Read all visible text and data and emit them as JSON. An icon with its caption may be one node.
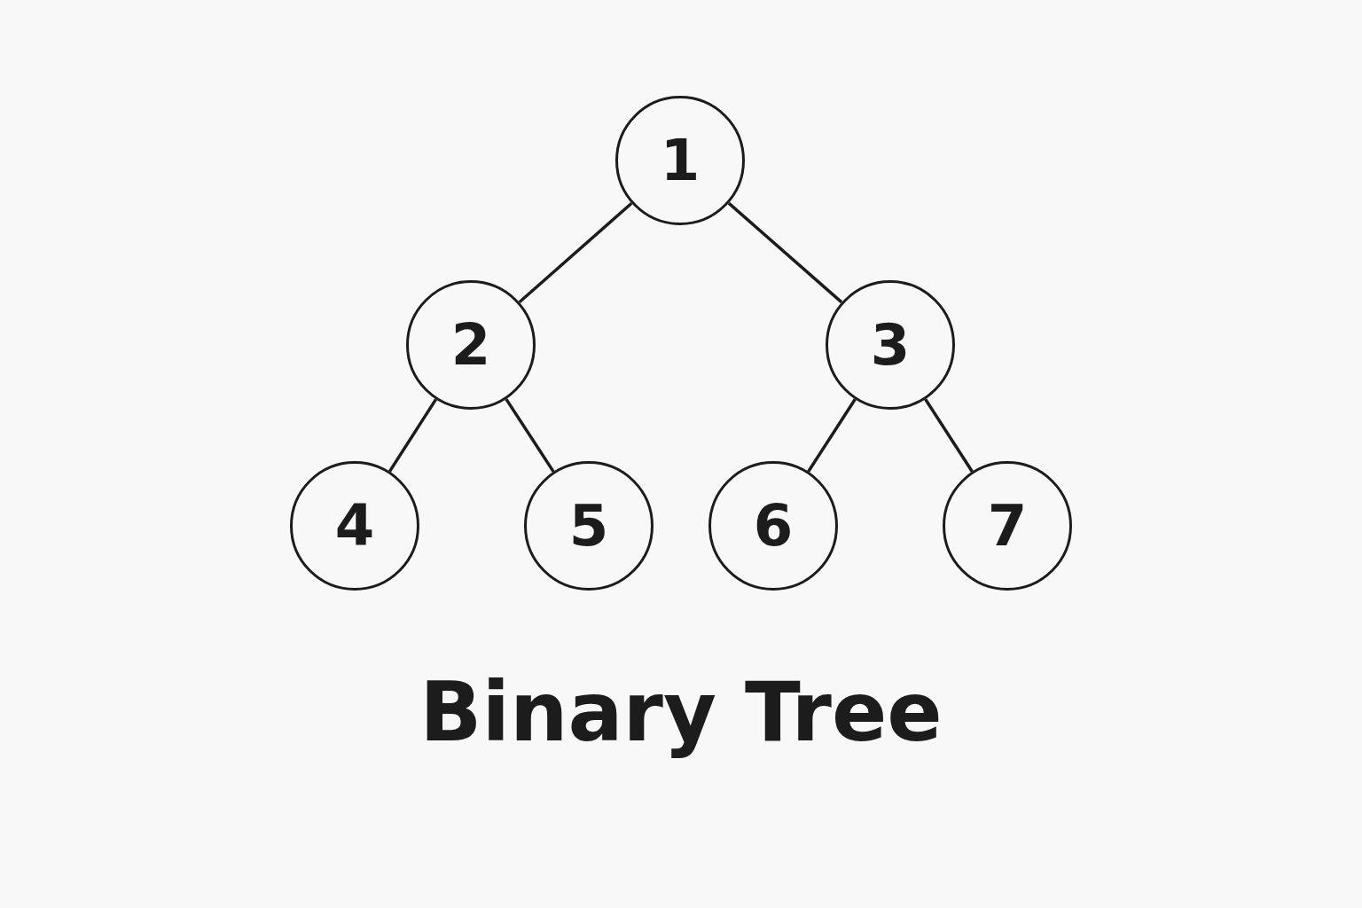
{
  "diagram": {
    "title": "Binary Tree",
    "nodes": [
      {
        "text": [
          "1"
        ]
      },
      {
        "text": [
          "2"
        ]
      },
      {
        "text": [
          "3"
        ]
      },
      {
        "text": [
          "4"
        ]
      },
      {
        "text": [
          "5"
        ]
      },
      {
        "text": [
          "6"
        ]
      },
      {
        "text": [
          "7"
        ]
      }
    ],
    "edges": [
      {
        "from": 0,
        "to": 1,
        "arrow": "none"
      },
      {
        "from": 0,
        "to": 2,
        "arrow": "none"
      },
      {
        "from": 1,
        "to": 3,
        "arrow": "none"
      },
      {
        "from": 1,
        "to": 4,
        "arrow": "none"
      },
      {
        "from": 2,
        "to": 5,
        "arrow": "none"
      },
      {
        "from": 2,
        "to": 6,
        "arrow": "none"
      }
    ]
  }
}
